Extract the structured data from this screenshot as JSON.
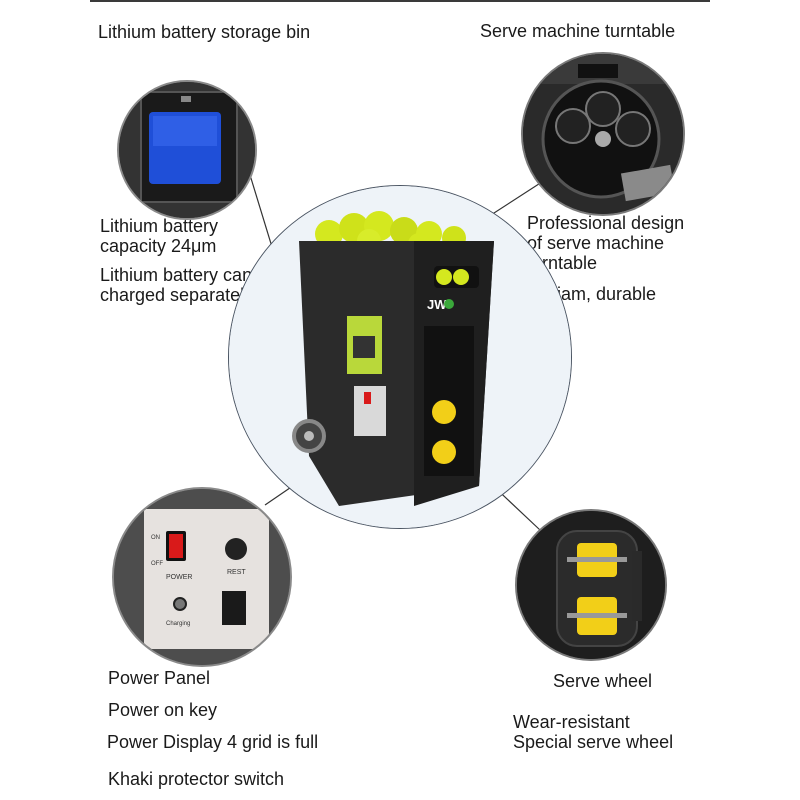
{
  "labels": {
    "battery_bin": "Lithium battery storage bin",
    "turntable": "Serve machine turntable",
    "battery_capacity_line1": "Lithium battery",
    "battery_capacity_line2": "capacity 24μm",
    "battery_charge_line1": "Lithium battery can be",
    "battery_charge_line2": "charged separately",
    "design_line1": "Professional design",
    "design_line2": "of serve machine",
    "design_line3": "turntable",
    "durable": "No jam, durable",
    "power_panel": "Power Panel",
    "power_key": "Power on key",
    "power_display": "Power Display 4 grid is full",
    "protector_switch": "Khaki protector switch",
    "serve_wheel": "Serve wheel",
    "wear_line1": "Wear-resistant",
    "wear_line2": "Special serve wheel"
  },
  "machine": {
    "brand": "JW",
    "panel_on": "ON",
    "panel_off": "OFF",
    "panel_power": "POWER",
    "panel_rest": "REST",
    "panel_charging": "Charging"
  },
  "colors": {
    "ball": "#d4e81f",
    "battery": "#1f4fd8",
    "machine_body": "#2b2b2b",
    "switch_red": "#d91a1a",
    "roller_yellow": "#f2cf18",
    "sticker_green": "#b9d83a"
  }
}
